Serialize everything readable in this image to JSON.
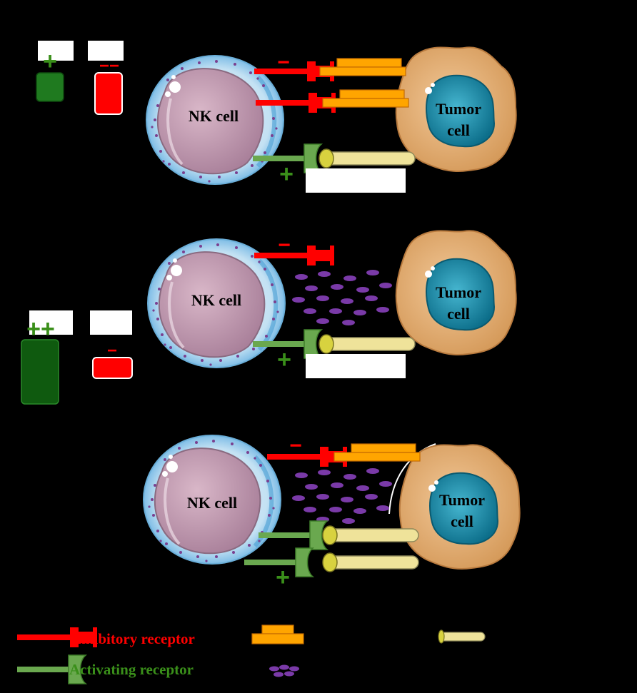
{
  "cells": {
    "nk_label": "NK cell",
    "tumor_label_line1": "Tumor",
    "tumor_label_line2": "cell"
  },
  "legend": {
    "inhibitory_receptor": "Inhibitory receptor",
    "activating_receptor": "Activating receptor"
  },
  "signs": {
    "plus": "+",
    "minus": "−",
    "double_plus": "++",
    "double_minus": "−−"
  },
  "colors": {
    "inhibitory": "#ff0000",
    "activating": "#3a8f1a",
    "activating_receptor": "#6aa84f",
    "mhc_ligand": "#ffa500",
    "activating_ligand": "#efe39a",
    "cytokine": "#7a3aa8",
    "tumor_body": "#e6b27a",
    "tumor_nucleus": "#1a8aa6",
    "nk_nucleus": "#c9a3b8",
    "nk_cytoplasm": "#bfe0f2",
    "dark_green_bar": "#0f5a0f"
  }
}
